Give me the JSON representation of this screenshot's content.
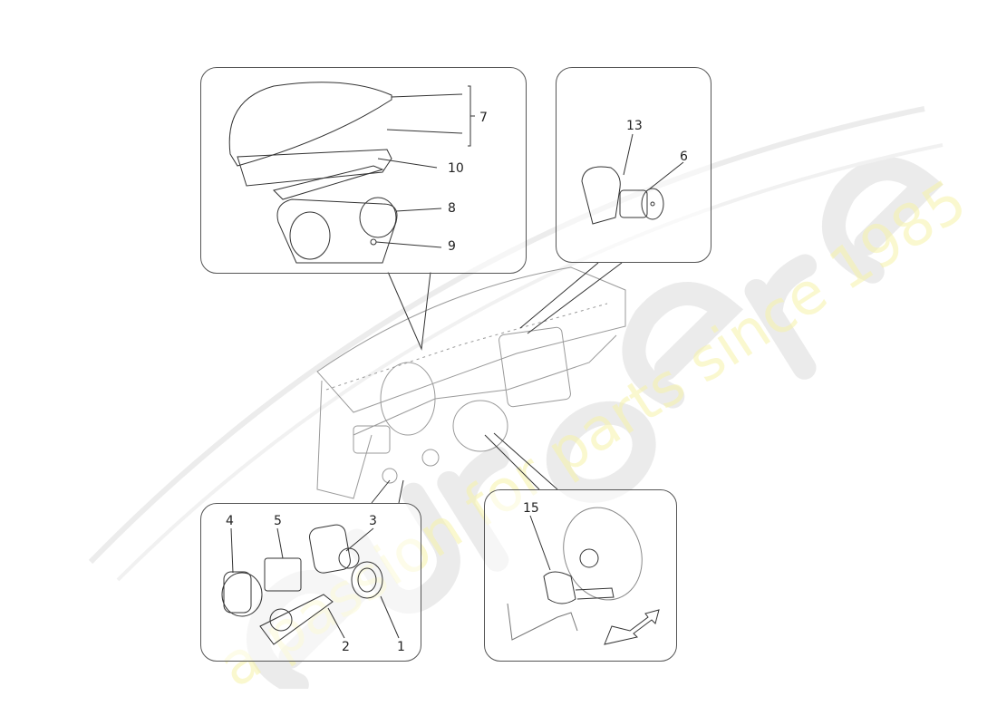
{
  "diagram": {
    "subject": "Dashboard / instrument cluster exploded parts view",
    "watermark": {
      "brand": "eurospares",
      "tagline": "a passion for parts since 1985",
      "brand_color": "#e8e8e8",
      "tagline_color": "#f6f3a8"
    },
    "panels": [
      {
        "id": "instrument-cluster",
        "callouts": [
          {
            "number": "7",
            "part": "cluster hood / cover assembly (bracketed: upper hood + lower trim)"
          },
          {
            "number": "10",
            "part": "cluster trim bezel"
          },
          {
            "number": "8",
            "part": "instrument cluster"
          },
          {
            "number": "9",
            "part": "screw"
          }
        ]
      },
      {
        "id": "dash-clock",
        "callouts": [
          {
            "number": "13",
            "part": "clock housing"
          },
          {
            "number": "6",
            "part": "analog clock"
          }
        ]
      },
      {
        "id": "switches",
        "callouts": [
          {
            "number": "4",
            "part": "light switch knob"
          },
          {
            "number": "5",
            "part": "switch module"
          },
          {
            "number": "3",
            "part": "start / stop button"
          },
          {
            "number": "2",
            "part": "switch bezel frame"
          },
          {
            "number": "1",
            "part": "button trim ring"
          }
        ]
      },
      {
        "id": "steering-column",
        "callouts": [
          {
            "number": "15",
            "part": "steering column switch / stalk assembly"
          }
        ],
        "direction_arrow": "front-of-vehicle-arrow"
      }
    ],
    "center_view": "dashboard overview"
  }
}
